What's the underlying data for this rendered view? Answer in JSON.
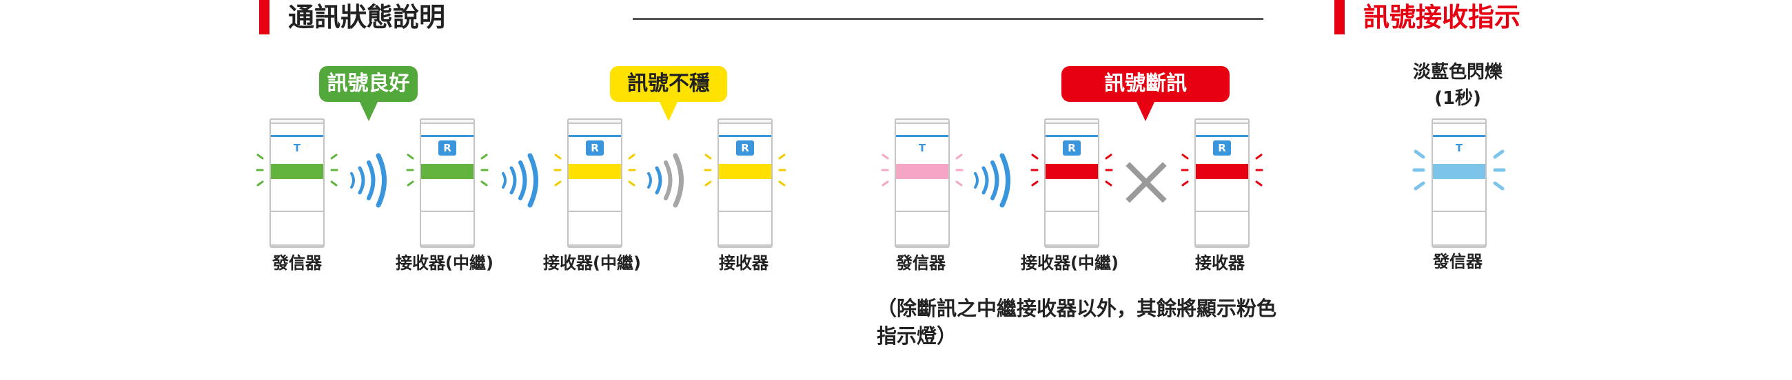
{
  "sections": {
    "status": {
      "title": "通訊狀態說明"
    },
    "indication": {
      "title": "訊號接收指示"
    }
  },
  "bubbles": {
    "good": {
      "label": "訊號良好",
      "color": "#52a83a"
    },
    "unstable": {
      "label": "訊號不穩",
      "color": "#ffe200",
      "text_color": "#222222"
    },
    "disconnected": {
      "label": "訊號斷訊",
      "color": "#e60012"
    }
  },
  "devices": {
    "transmitter_a": {
      "label": "發信器",
      "badge": "T",
      "light_color": "#62b43f"
    },
    "repeater_a": {
      "label": "接收器(中繼)",
      "badge": "R",
      "light_color": "#62b43f"
    },
    "repeater_b": {
      "label": "接收器(中繼)",
      "badge": "R",
      "light_color": "#ffe000"
    },
    "receiver_a": {
      "label": "接收器",
      "badge": "R",
      "light_color": "#ffe000"
    },
    "transmitter_b": {
      "label": "發信器",
      "badge": "T",
      "light_color": "#f4a6c4"
    },
    "repeater_c": {
      "label": "接收器(中繼)",
      "badge": "R",
      "light_color": "#e60012"
    },
    "receiver_b": {
      "label": "接收器",
      "badge": "R",
      "light_color": "#e60012"
    },
    "transmitter_c": {
      "label": "發信器",
      "badge": "T",
      "light_color": "#7cc4ea"
    }
  },
  "notes": {
    "disconnect_note": "（除斷訊之中繼接收器以外，其餘將顯示粉色指示燈）",
    "blink_label_line1": "淡藍色閃爍",
    "blink_label_line2": "(1秒)"
  },
  "icons": {
    "wave": "wifi-signal-icon",
    "cross": "x-mark-icon"
  },
  "colors": {
    "accent_red": "#e60012",
    "signal_blue": "#3a96dc",
    "signal_gray": "#a6a6a6"
  }
}
